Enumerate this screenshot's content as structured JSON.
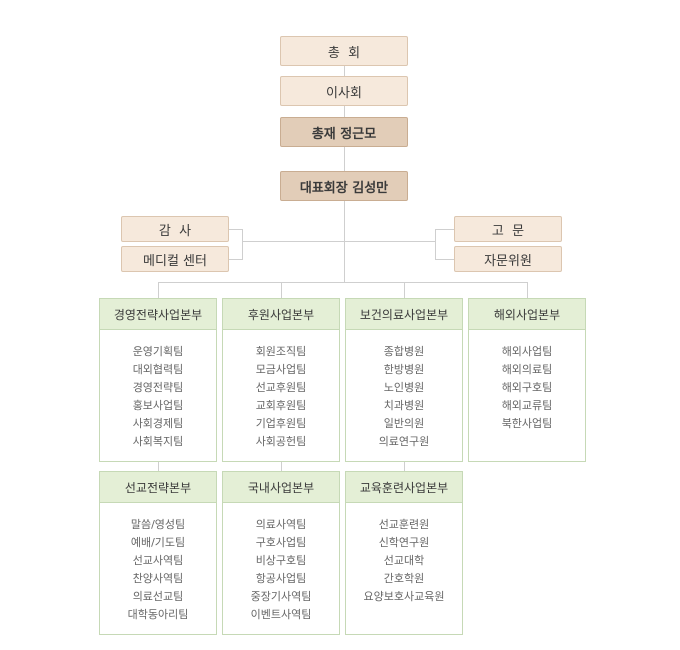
{
  "top": {
    "general_meeting": "총  회",
    "board": "이사회",
    "president": "총재 정근모",
    "ceo": "대표회장 김성만"
  },
  "left": {
    "audit": "감  사",
    "medical_center": "메디컬 센터"
  },
  "right": {
    "advisor": "고  문",
    "advisory_committee": "자문위원"
  },
  "departments": [
    {
      "name": "경영전략사업본부",
      "teams": [
        "운영기획팀",
        "대외협력팀",
        "경영전략팀",
        "홍보사업팀",
        "사회경제팀",
        "사회복지팀"
      ]
    },
    {
      "name": "후원사업본부",
      "teams": [
        "회원조직팀",
        "모금사업팀",
        "선교후원팀",
        "교회후원팀",
        "기업후원팀",
        "사회공헌팀"
      ]
    },
    {
      "name": "보건의료사업본부",
      "teams": [
        "종합병원",
        "한방병원",
        "노인병원",
        "치과병원",
        "일반의원",
        "의료연구원"
      ]
    },
    {
      "name": "해외사업본부",
      "teams": [
        "해외사업팀",
        "해외의료팀",
        "해외구호팀",
        "해외교류팀",
        "북한사업팀"
      ]
    },
    {
      "name": "선교전략본부",
      "teams": [
        "말씀/영성팀",
        "예배/기도팀",
        "선교사역팀",
        "찬양사역팀",
        "의료선교팀",
        "대학동아리팀"
      ]
    },
    {
      "name": "국내사업본부",
      "teams": [
        "의료사역팀",
        "구호사업팀",
        "비상구호팀",
        "항공사업팀",
        "중장기사역팀",
        "이벤트사역팀"
      ]
    },
    {
      "name": "교육훈련사업본부",
      "teams": [
        "선교훈련원",
        "신학연구원",
        "선교대학",
        "간호학원",
        "요양보호사교육원"
      ]
    }
  ]
}
